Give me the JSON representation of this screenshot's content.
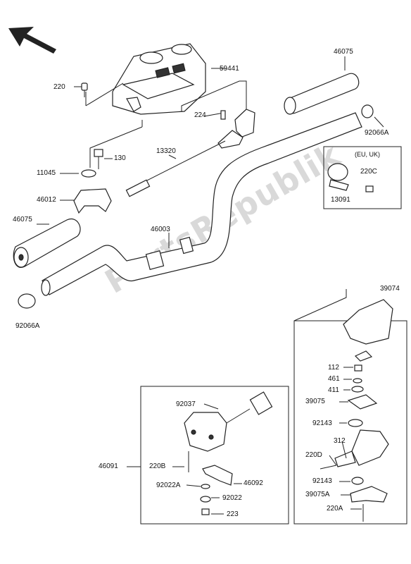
{
  "watermark": "PartsRepublik",
  "region_note": "(EU, UK)",
  "labels": {
    "p220": "220",
    "p59441": "59441",
    "p46075_top": "46075",
    "p224": "224",
    "p130": "130",
    "p13320": "13320",
    "p92066A_top": "92066A",
    "p11045": "11045",
    "p46012": "46012",
    "p220C": "220C",
    "p13091": "13091",
    "p46075_left": "46075",
    "p46003": "46003",
    "p92066A_left": "92066A",
    "p39074": "39074",
    "p112": "112",
    "p461": "461",
    "p411": "411",
    "p39075": "39075",
    "p92143_a": "92143",
    "p312": "312",
    "p220D": "220D",
    "p92143_b": "92143",
    "p39075A": "39075A",
    "p220A": "220A",
    "p92037": "92037",
    "p46091": "46091",
    "p220B": "220B",
    "p92022A": "92022A",
    "p46092": "46092",
    "p92022": "92022",
    "p223": "223"
  }
}
